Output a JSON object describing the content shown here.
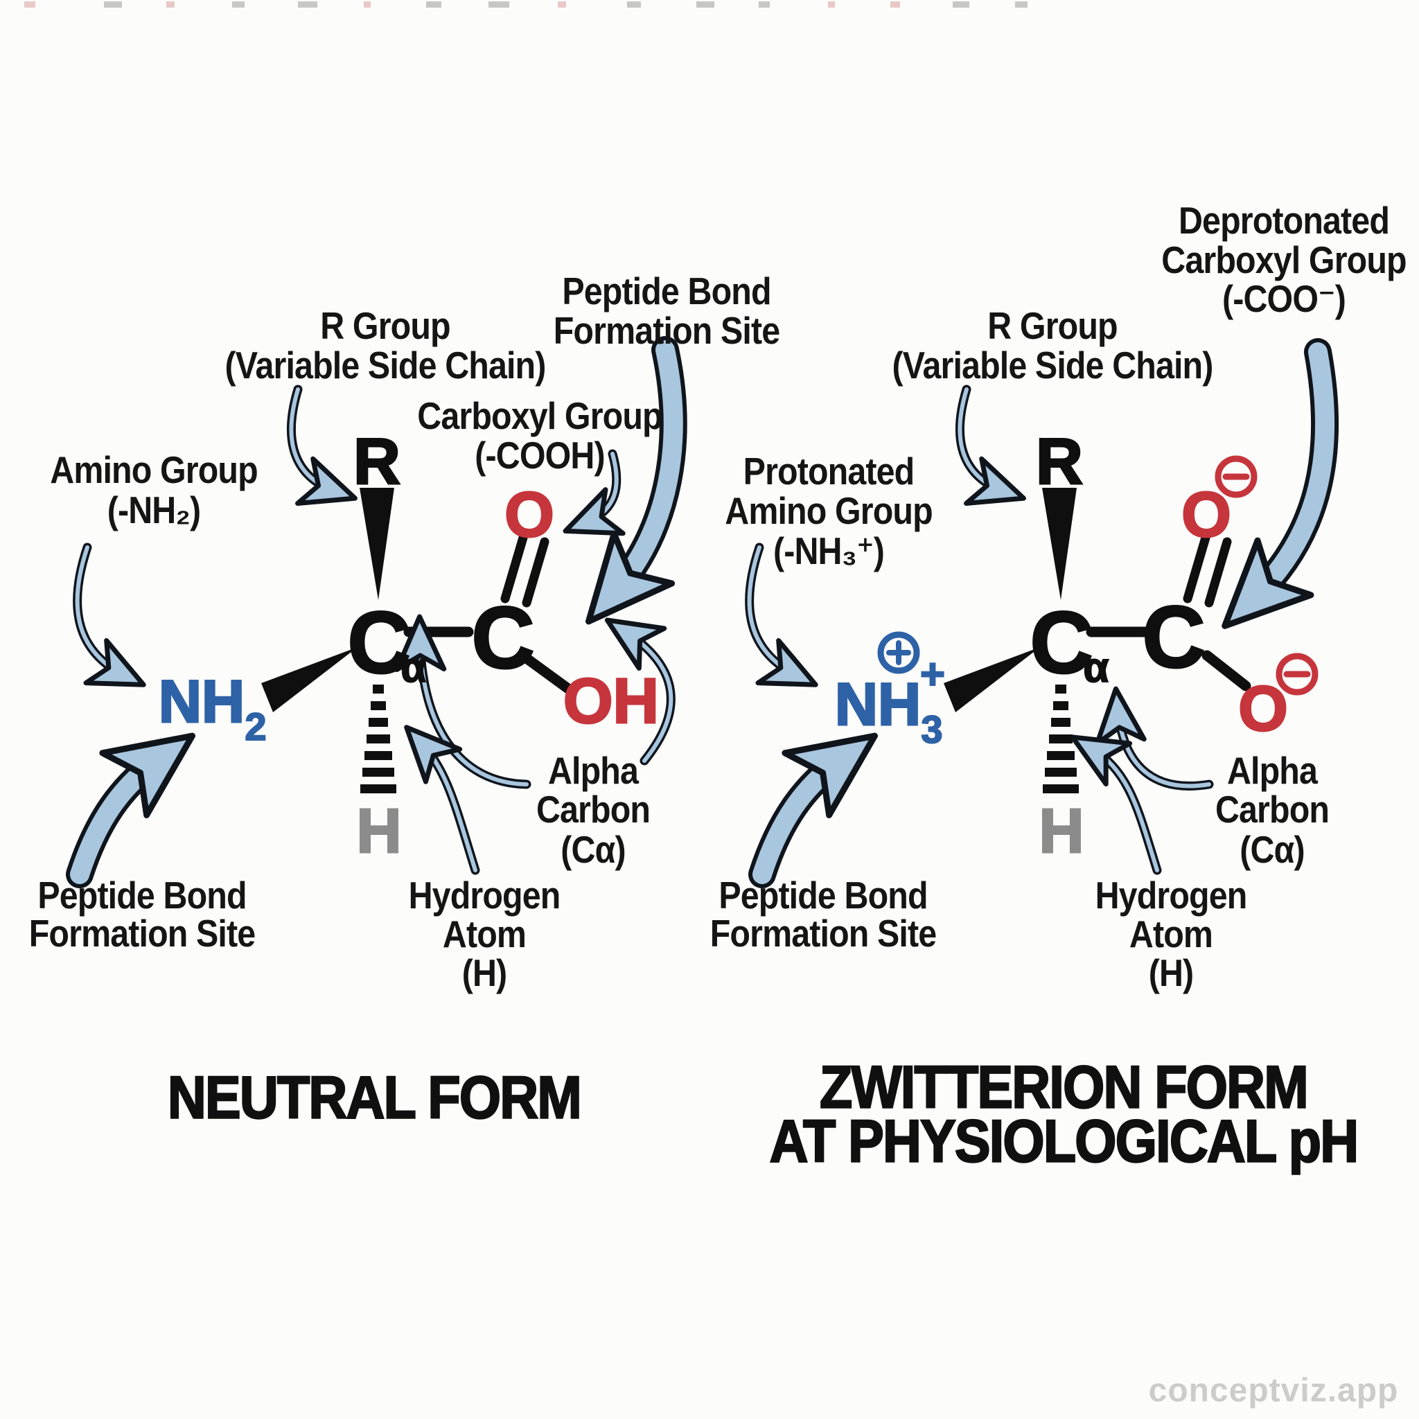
{
  "page": {
    "background": "#fcfcfb",
    "watermark": "conceptviz.app"
  },
  "colors": {
    "text": "#151515",
    "atom_black": "#0f0f0f",
    "atom_red": "#c6353c",
    "atom_blue": "#2e62a6",
    "atom_gray": "#8b8b8b",
    "arrow_fill": "#a9c6df",
    "arrow_outline": "#10151c",
    "watermark_gray": "#cccccc"
  },
  "neutral": {
    "title": "NEUTRAL FORM",
    "labels": {
      "amino": [
        "Amino Group",
        "(-NH₂)"
      ],
      "r_group": [
        "R Group",
        "(Variable Side Chain)"
      ],
      "peptide_top": [
        "Peptide Bond",
        "Formation Site"
      ],
      "carboxyl": [
        "Carboxyl Group",
        "(-COOH)"
      ],
      "alpha": [
        "Alpha",
        "Carbon",
        "(Cα)"
      ],
      "hydrogen": [
        "Hydrogen",
        "Atom",
        "(H)"
      ],
      "peptide_bottom": [
        "Peptide Bond",
        "Formation Site"
      ]
    },
    "atoms": {
      "r": "R",
      "c_alpha": "C",
      "alpha_sub": "α",
      "carboxyl_c": "C",
      "o_double": "O",
      "hydroxyl": "OH",
      "amino": "NH",
      "amino_sub": "2",
      "h": "H"
    }
  },
  "zwitterion": {
    "title": [
      "ZWITTERION FORM",
      "AT PHYSIOLOGICAL pH"
    ],
    "labels": {
      "deprotonated": [
        "Deprotonated",
        "Carboxyl Group",
        "(-COO⁻)"
      ],
      "r_group": [
        "R Group",
        "(Variable Side Chain)"
      ],
      "protonated": [
        "Protonated",
        "Amino Group",
        "(-NH₃⁺)"
      ],
      "alpha": [
        "Alpha",
        "Carbon",
        "(Cα)"
      ],
      "hydrogen": [
        "Hydrogen",
        "Atom",
        "(H)"
      ],
      "peptide_bottom": [
        "Peptide Bond",
        "Formation Site"
      ]
    },
    "atoms": {
      "r": "R",
      "c_alpha": "C",
      "alpha_sub": "α",
      "carboxyl_c": "C",
      "o_double": "O",
      "o_single": "O",
      "amino": "NH",
      "amino_sub": "3",
      "amino_sup": "+",
      "h": "H"
    },
    "charges": {
      "positive": "+",
      "negative": "−"
    }
  }
}
